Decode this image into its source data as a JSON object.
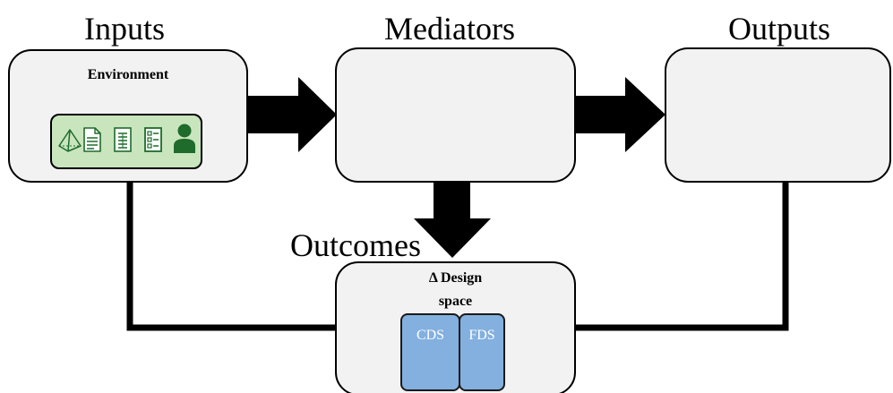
{
  "headings": {
    "inputs": "Inputs",
    "mediators": "Mediators",
    "outputs": "Outputs",
    "outcomes": "Outcomes"
  },
  "inputs_box": {
    "title": "Environment",
    "icons": [
      "pyramid-icon",
      "document-icon",
      "list-icon",
      "checklist-icon",
      "person-icon"
    ]
  },
  "outcomes_box": {
    "title_line1": "Δ Design",
    "title_line2": "space",
    "items": [
      "CDS",
      "FDS"
    ]
  },
  "colors": {
    "box_fill": "#f2f2f2",
    "tray_fill": "#c9e5bd",
    "icon_green": "#1e6b2c",
    "ds_fill": "#83b0df",
    "line": "#000000"
  }
}
